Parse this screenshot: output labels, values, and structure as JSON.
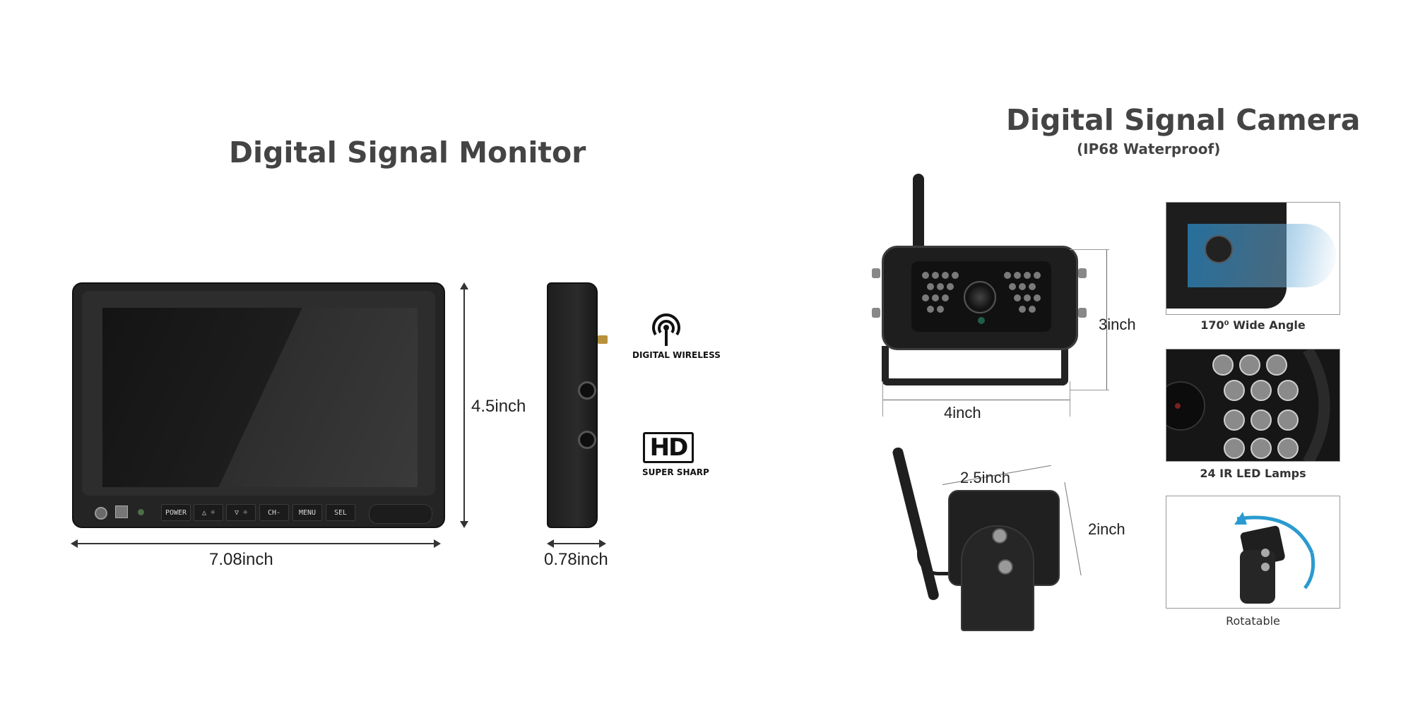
{
  "monitor": {
    "title": "Digital Signal Monitor",
    "width_label": "7.08inch",
    "height_label": "4.5inch",
    "depth_label": "0.78inch",
    "buttons": [
      "POWER",
      "△ ☼",
      "▽ ☼",
      "CH-",
      "MENU",
      "SEL"
    ]
  },
  "badges": {
    "wireless_label": "DIGITAL WIRELESS",
    "hd_label": "HD",
    "hd_sub_label": "SUPER SHARP"
  },
  "camera": {
    "title": "Digital Signal Camera",
    "subtitle": "(IP68 Waterproof)",
    "width_label": "4inch",
    "height_label": "3inch",
    "side_width_label": "2.5inch",
    "side_height_label": "2inch"
  },
  "features": [
    {
      "caption": "170⁰ Wide Angle"
    },
    {
      "caption": "24 IR LED Lamps"
    },
    {
      "caption": "Rotatable"
    }
  ]
}
